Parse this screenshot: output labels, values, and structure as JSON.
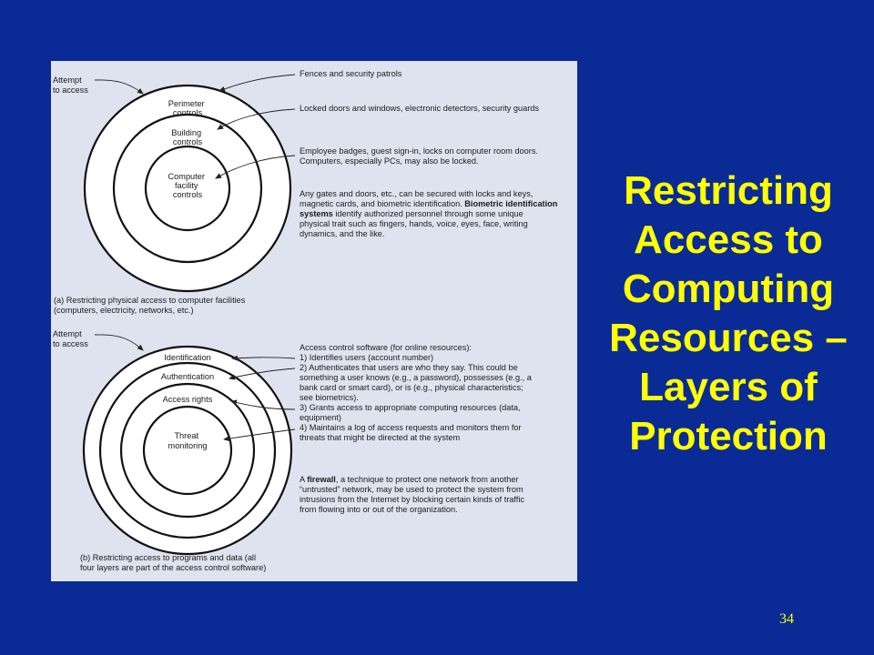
{
  "slide": {
    "title_lines": [
      "Restricting",
      "Access to",
      "Computing",
      "Resources –",
      "Layers of",
      "Protection"
    ],
    "page_number": "34"
  },
  "figure_a": {
    "attempt_label": [
      "Attempt",
      "to access"
    ],
    "rings": {
      "perimeter": [
        "Perimeter",
        "controls"
      ],
      "building": [
        "Building",
        "controls"
      ],
      "computer": [
        "Computer",
        "facility",
        "controls"
      ]
    },
    "notes": {
      "fences": "Fences and security patrols",
      "locked": "Locked doors and windows, electronic detectors, security guards",
      "badges": [
        "Employee badges, guest sign-in, locks on computer room doors.",
        "Computers, especially PCs, may also be locked."
      ],
      "gates_line1": "Any gates and doors, etc., can be secured with locks and keys,",
      "gates_line2_normal": "magnetic cards, and biometric identification. ",
      "gates_line2_bold": "Biometric identification",
      "gates_line3_bold": "systems",
      "gates_line3_normal": " identify authorized personnel through some unique",
      "gates_rest": [
        "physical trait such as fingers, hands, voice, eyes, face, writing",
        "dynamics, and the like."
      ]
    },
    "caption": [
      "(a)  Restricting physical access to computer facilities",
      "(computers, electricity, networks, etc.)"
    ]
  },
  "figure_b": {
    "attempt_label": [
      "Attempt",
      "to access"
    ],
    "rings": {
      "identification": "Identification",
      "authentication": "Authentication",
      "access_rights": "Access rights",
      "threat": [
        "Threat",
        "monitoring"
      ]
    },
    "notes": {
      "software": [
        "Access control software (for online resources):",
        "1) Identifies users (account number)",
        "2) Authenticates that users are who they say. This could be",
        "    something a user knows (e.g., a password), possesses (e.g., a",
        "    bank card or smart card), or is (e.g., physical characteristics;",
        "    see biometrics).",
        "3) Grants access to appropriate computing resources (data,",
        "    equipment)",
        "4) Maintains a log of access requests and monitors them for",
        "    threats that might be directed at the system"
      ],
      "firewall_pre": "A ",
      "firewall_bold": "firewall",
      "firewall_post": ", a technique to protect one network from another",
      "firewall_rest": [
        "“untrusted” network, may be used to protect the system from",
        "intrusions from the Internet by blocking certain kinds of traffic",
        "from flowing into or out of the organization."
      ]
    },
    "caption": [
      "(b)  Restricting access to programs and data (all",
      "four layers are part of the access control software)"
    ]
  }
}
